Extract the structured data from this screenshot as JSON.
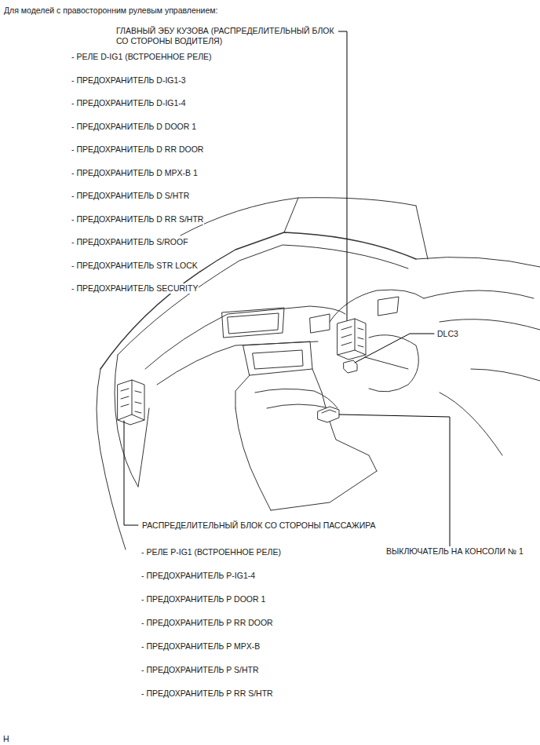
{
  "diagram": {
    "title": "Для моделей с правосторонним рулевым управлением:",
    "labels": [
      "ГЛАВНЫЙ ЭБУ КУЗОВА (РАСПРЕДЕЛИТЕЛЬНЫЙ БЛОК СО СТОРОНЫ ВОДИТЕЛЯ)",
      "- РЕЛЕ D-IG1 (ВСТРОЕННОЕ РЕЛЕ)",
      "- ПРЕДОХРАНИТЕЛЬ D-IG1-3",
      "- ПРЕДОХРАНИТЕЛЬ D-IG1-4",
      "- ПРЕДОХРАНИТЕЛЬ D DOOR 1",
      "- ПРЕДОХРАНИТЕЛЬ D RR DOOR",
      "- ПРЕДОХРАНИТЕЛЬ D MPX-B 1",
      "- ПРЕДОХРАНИТЕЛЬ D S/HTR",
      "- ПРЕДОХРАНИТЕЛЬ D RR S/HTR",
      "- ПРЕДОХРАНИТЕЛЬ S/ROOF",
      "- ПРЕДОХРАНИТЕЛЬ STR LOCK",
      "- ПРЕДОХРАНИТЕЛЬ SECURITY",
      "DLC3",
      "РАСПРЕДЕЛИТЕЛЬНЫЙ БЛОК СО СТОРОНЫ ПАССАЖИРА",
      "ВЫКЛЮЧАТЕЛЬ НА КОНСОЛИ № 1",
      "- РЕЛЕ P-IG1 (ВСТРОЕННОЕ РЕЛЕ)",
      "- ПРЕДОХРАНИТЕЛЬ P-IG1-4",
      "- ПРЕДОХРАНИТЕЛЬ P DOOR 1",
      "- ПРЕДОХРАНИТЕЛЬ P RR DOOR",
      "- ПРЕДОХРАНИТЕЛЬ P MPX-B",
      "- ПРЕДОХРАНИТЕЛЬ P S/HTR",
      "- ПРЕДОХРАНИТЕЛЬ P RR S/HTR",
      "H"
    ]
  }
}
